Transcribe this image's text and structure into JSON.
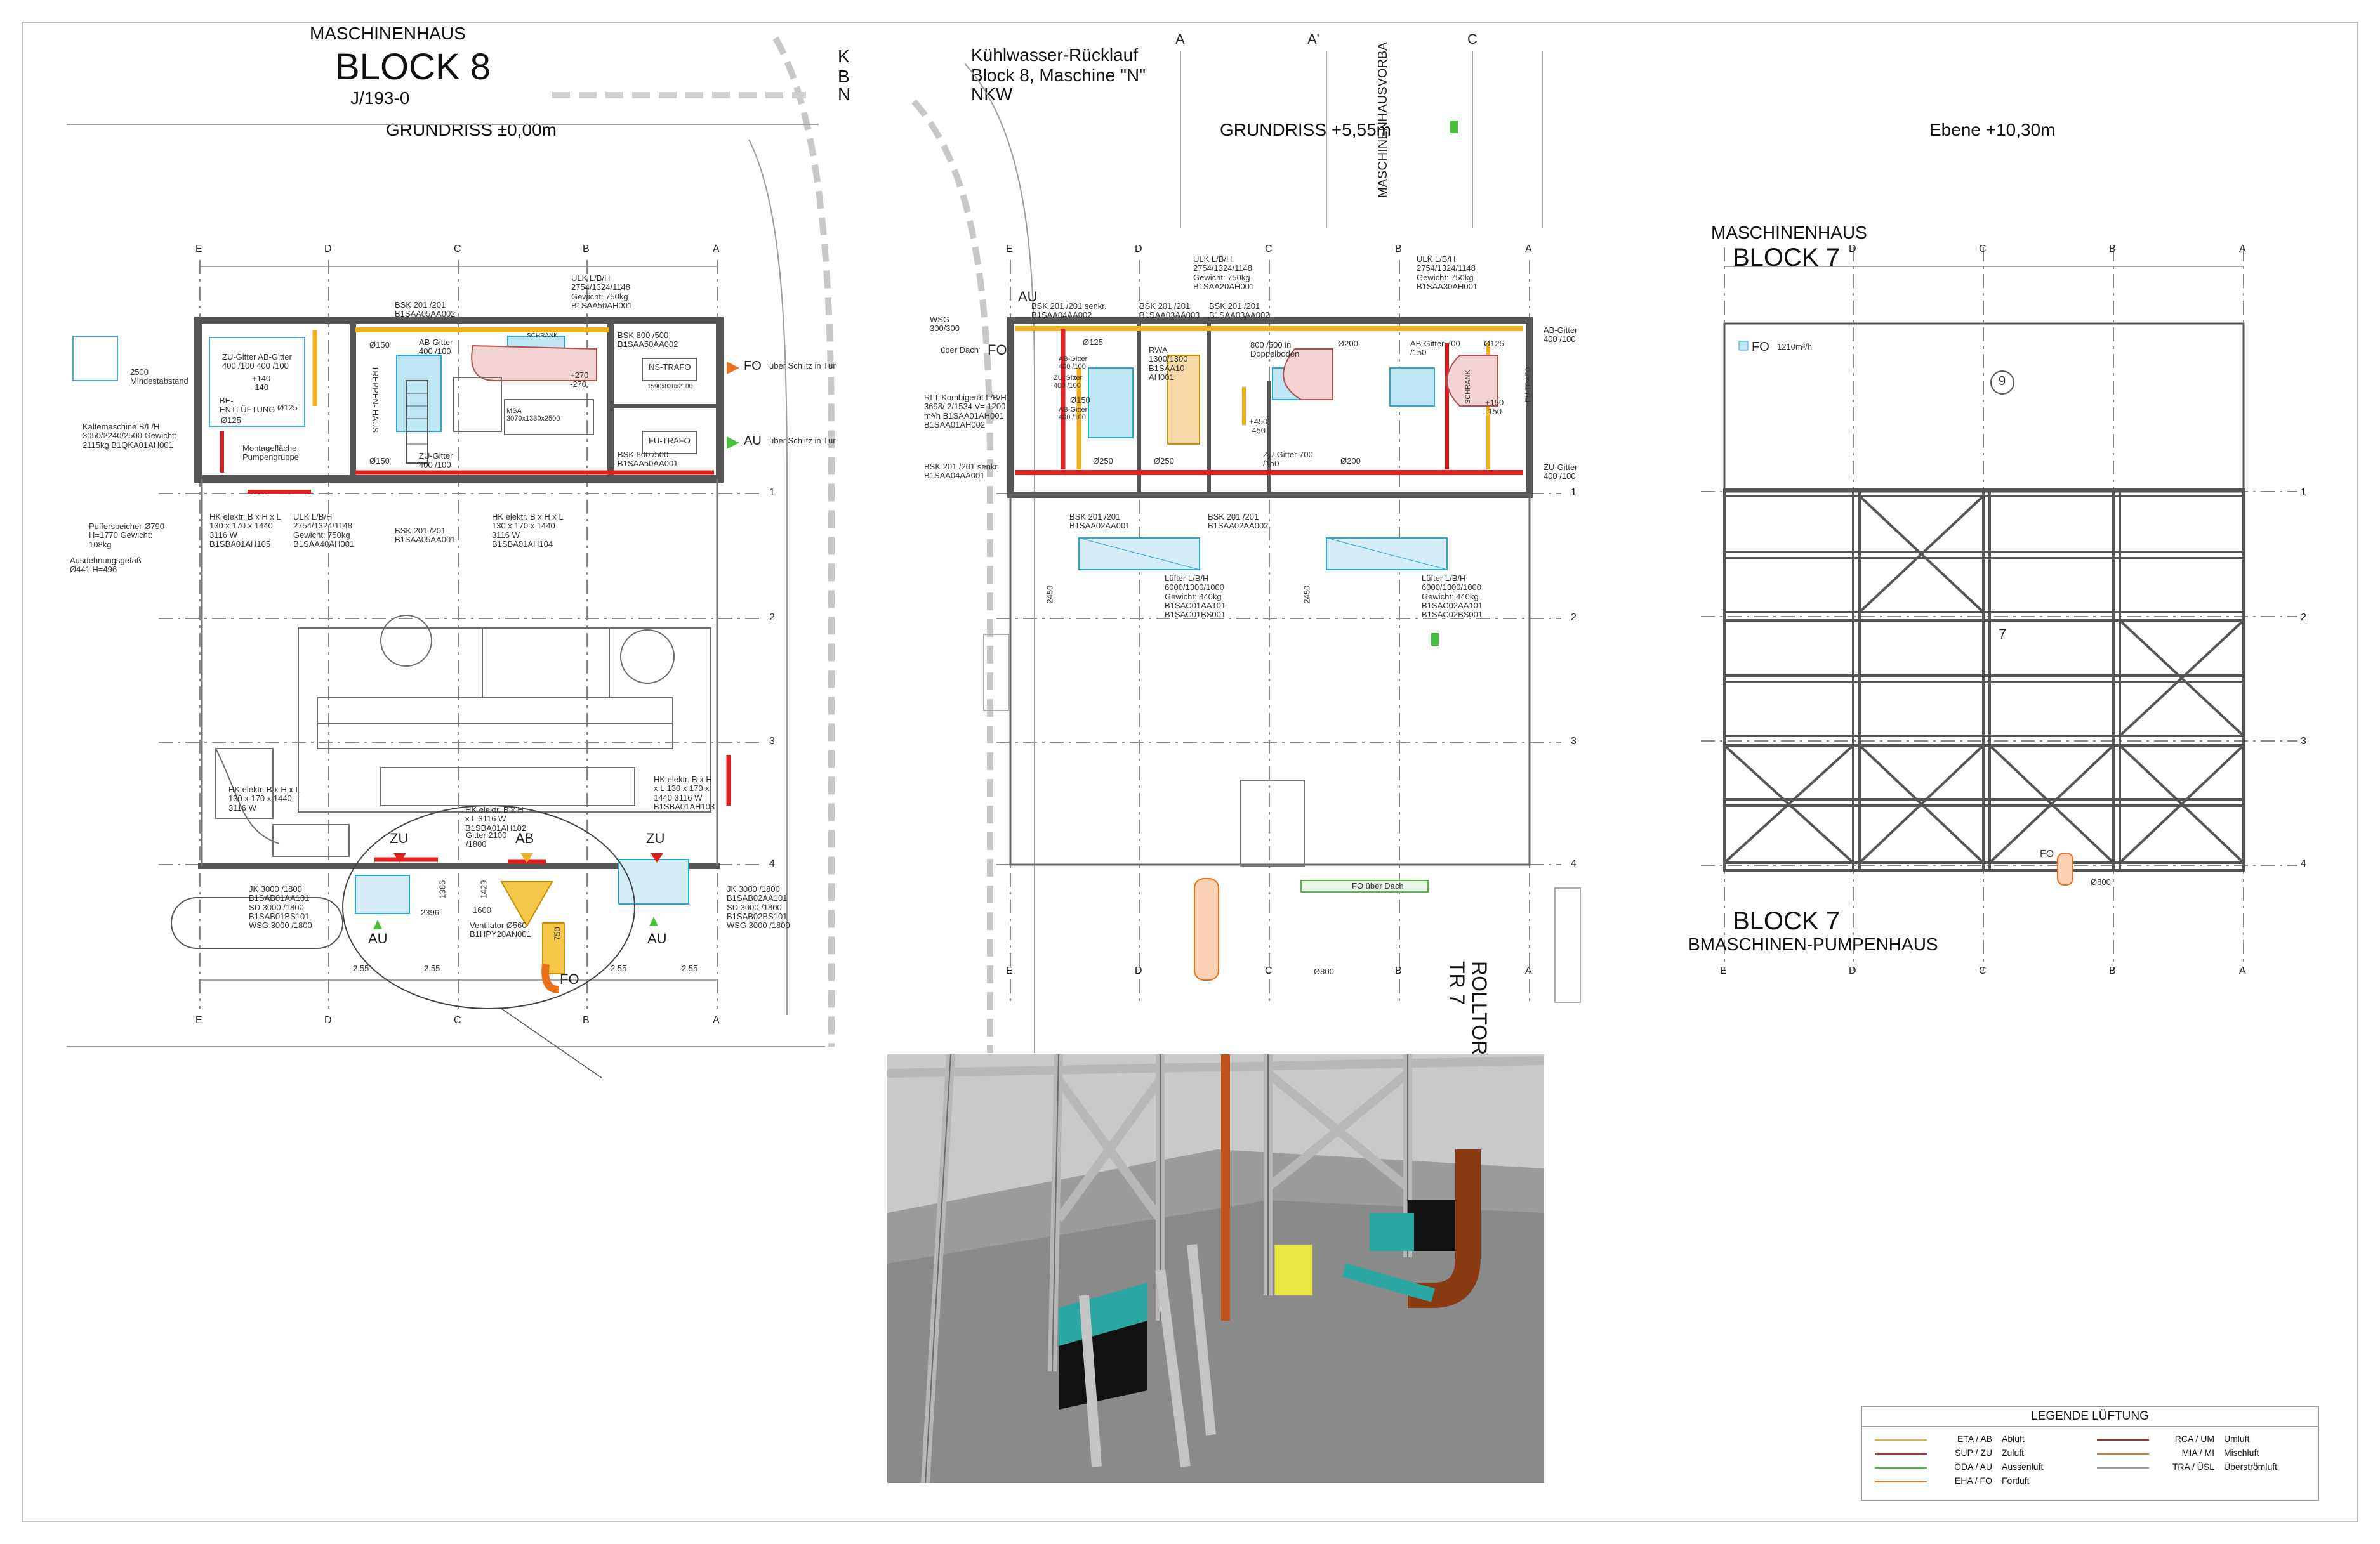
{
  "left_plan": {
    "header_line": "MASCHINENHAUS",
    "title": "BLOCK 8",
    "drawing_no": "J/193-0",
    "plan_title": "GRUNDRISS ±0,00m",
    "axes_top": [
      "E",
      "D",
      "C",
      "B",
      "A"
    ],
    "axes_side": [
      "1",
      "2",
      "3",
      "4"
    ],
    "rooms": {
      "ventilation": "BE- ENTLÜFTUNG",
      "stairs": "TREPPEN- HAUS",
      "ns_trafo": "NS-TRAFO",
      "fu_trafo": "FU-TRAFO",
      "pump_area": "Montagefläche Pumpengruppe"
    },
    "labels": {
      "zu_ab_gitter": "ZU-Gitter  AB-Gitter 400 /100   400 /100",
      "offsets": "+140 -140",
      "d125a": "Ø125",
      "d125b": "Ø125",
      "d150a": "Ø150",
      "d150b": "Ø150",
      "mindest": "2500 Mindestabstand",
      "kaelte": "Kältemaschine B/L/H 3050/2240/2500 Gewicht: 2115kg B1QKA01AH001",
      "puffer": "Pufferspeicher Ø790 H=1770 Gewicht: 108kg",
      "ausdehn": "Ausdehnungsgefäß Ø441 H=496",
      "bsk1": "BSK 201 /201 B1SAA05AA002",
      "ab_gitter": "AB-Gitter 400 /100",
      "zu_gitter": "ZU-Gitter 400 /100",
      "ulk1": "ULK L/B/H 2754/1324/1148 Gewicht: 750kg B1SAA50AH001",
      "bsk800a": "BSK 800 /500 B1SAA50AA002",
      "bsk800b": "BSK 800 /500 B1SAA50AA001",
      "schrank": "SCHRANK",
      "trafo_dim": "1590x830x2100",
      "msa": "MSA 3070x1330x2500",
      "ofs_dim": "+270 -270",
      "fo_tor": "über Schlitz in Tür",
      "au_tor": "über Schlitz in Tür",
      "fo": "FO",
      "au": "AU",
      "hk1": "HK elektr. B x H x L 130 x 170 x 1440 3116 W B1SBA01AH105",
      "ulk2": "ULK L/B/H 2754/1324/1148 Gewicht: 750kg B1SAA40AH001",
      "bsk2": "BSK 201 /201 B1SAA05AA001",
      "hk2": "HK elektr. B x H x L 130 x 170 x 1440 3116 W B1SBA01AH104",
      "hk3": "HK elektr. B x H x L 130 x 170 x 1440 3116 W",
      "hk4": "HK elektr. B x H x L 3116 W B1SBA01AH102",
      "hk5": "HK elektr. B x H x L 130 x 170 x 1440 3116 W B1SBA01AH103",
      "gitter": "Gitter 2100 /1800",
      "jk_left": "JK 3000 /1800 B1SAB01AA101 SD 3000 /1800 B1SAB01BS101 WSG 3000 /1800",
      "jk_right": "JK 3000 /1800 B1SAB02AA101 SD 3000 /1800 B1SAB02BS101 WSG 3000 /1800",
      "ventilator": "Ventilator Ø560 B1HPY20AN001",
      "zu": "ZU",
      "ab": "AB",
      "zu2": "ZU",
      "au_b1": "AU",
      "au_b2": "AU",
      "fo_b": "FO",
      "dim_2396": "2396",
      "dim_1600": "1600",
      "dim_1386": "1386",
      "dim_1429": "1429",
      "dim_750": "750",
      "dim_255a": "2.55",
      "dim_255b": "2.55",
      "dim_255c": "2.55",
      "dim_255d": "2.55"
    }
  },
  "top_middle": {
    "k_letter": "K",
    "b_letter": "B",
    "n_letter": "N",
    "title1": "Kühlwasser-Rücklauf",
    "title2": "Block 8, Maschine \"N\"",
    "title3": "NKW"
  },
  "middle_plan": {
    "plan_title": "GRUNDRISS +5,55m",
    "vertical_label": "MASCHINENHAUSVORBA",
    "top_axes": [
      "A",
      "A'",
      "C"
    ],
    "axes_top": [
      "E",
      "D",
      "C",
      "B",
      "A"
    ],
    "axes_side": [
      "1",
      "2",
      "3",
      "4"
    ],
    "side_label": "ROLLTOR TR 7",
    "labels": {
      "au": "AU",
      "fo": "FO",
      "wsg": "WSG 300/300",
      "ueber_dach": "über Dach",
      "bsk_senk": "BSK 201 /201 senkr. B1SAA04AA002",
      "ab_gitter1": "AB-Gitter 400 /100",
      "zu_gitter1": "ZU-Gitter 400 /100",
      "ab_gitter2": "AB-Gitter 400 /100",
      "d125": "Ø125",
      "d150": "Ø150",
      "d250a": "Ø250",
      "d250b": "Ø250",
      "rlt": "RLT-Kombigerät L/B/H 3698/ 2/1534 V= 1200 m³/h B1SAA01AH001 B1SAA01AH002",
      "bsk_senk2": "BSK 201 /201 senkr. B1SAA04AA001",
      "bsk_c": "BSK 201 /201 B1SAA03AA003",
      "rwa": "RWA 1300/1300 B1SAA10 AH001",
      "ulk_c": "ULK L/B/H 2754/1324/1148 Gewicht: 750kg B1SAA20AH001",
      "bsk_b": "BSK 201 /201 B1SAA03AA002",
      "duct800": "800 /500 in Doppelboden",
      "ofs": "+450 -450",
      "zu_gitter_c": "ZU-Gitter 700 /150",
      "d200a": "Ø200",
      "d200b": "Ø200",
      "ulk_a": "ULK L/B/H 2754/1324/1148 Gewicht: 750kg B1SAA30AH001",
      "ab_gitter_a": "AB-Gitter 700 /150",
      "d125b": "Ø125",
      "ofs_a": "+150 -150",
      "ab_gitter_r": "AB-Gitter 400 /100",
      "zu_gitter_r": "ZU-Gitter 400 /100",
      "bsk_e1": "BSK 201 /201 B1SAA02AA001",
      "bsk_e2": "BSK 201 /201 B1SAA02AA002",
      "luefter1": "Lüfter L/B/H 6000/1300/1000 Gewicht: 440kg B1SAC01AA101 B1SAC01BS001",
      "luefter2": "Lüfter L/B/H 6000/1300/1000 Gewicht: 440kg B1SAC02AA101 B1SAC02BS001",
      "dim2450a": "2450",
      "dim2450b": "2450",
      "fo_dach": "FO über Dach",
      "d800": "Ø800",
      "fu_trafo": "FU-TRAFO",
      "schrank": "SCHRANK"
    }
  },
  "right_plan": {
    "plan_title": "Ebene +10,30m",
    "header_line": "MASCHINENHAUS",
    "title": "BLOCK 7",
    "axes_top": [
      "E",
      "D",
      "C",
      "B",
      "A"
    ],
    "axes_side": [
      "1",
      "2",
      "3",
      "4"
    ],
    "fo_label": "FO",
    "fo_rate": "1210m³/h",
    "num9": "9",
    "num7": "7",
    "fo2": "FO",
    "d800": "Ø800",
    "bottom_title": "BLOCK 7",
    "bottom_sub": "BMASCHINEN-PUMPENHAUS"
  },
  "legend": {
    "title": "LEGENDE LÜFTUNG",
    "left": [
      {
        "code": "ETA / AB",
        "name": "Abluft",
        "color": "#f2b01e"
      },
      {
        "code": "SUP / ZU",
        "name": "Zuluft",
        "color": "#e02020"
      },
      {
        "code": "ODA / AU",
        "name": "Aussenluft",
        "color": "#44c03a"
      },
      {
        "code": "EHA / FO",
        "name": "Fortluft",
        "color": "#e8701a"
      }
    ],
    "right": [
      {
        "code": "RCA / UM",
        "name": "Umluft",
        "color": "#c02020"
      },
      {
        "code": "MIA / MI",
        "name": "Mischluft",
        "color": "#d57a2a"
      },
      {
        "code": "TRA / ÜSL",
        "name": "Überströmluft",
        "color": "#9a9a9a"
      }
    ]
  },
  "colors": {
    "supply": "#e02020",
    "exhaust": "#f2b01e",
    "outdoor": "#44c03a",
    "outgoing": "#e8701a",
    "equipment": "#2aa7d6",
    "grid": "#6b6b6b"
  }
}
